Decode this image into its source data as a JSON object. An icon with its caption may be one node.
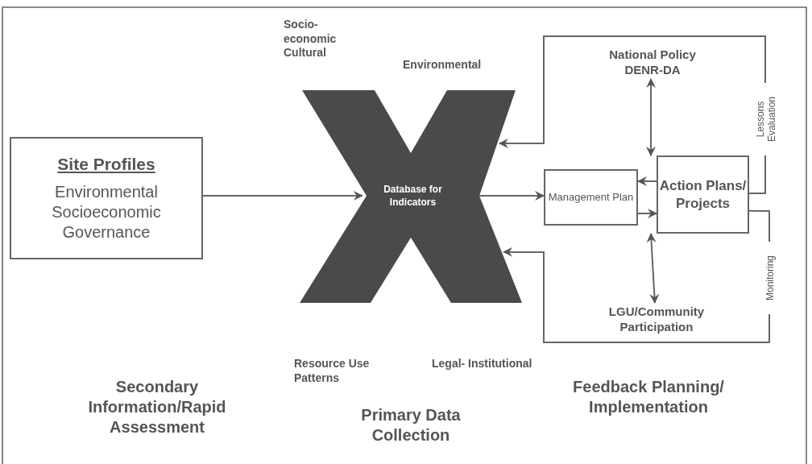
{
  "diagram": {
    "nodes": [
      {
        "text": [
          "Site Profiles",
          "Environmental Socioeconomic Governance"
        ]
      },
      {
        "text": [
          "Database for Indicators"
        ]
      },
      {
        "text": [
          "National Policy DENR-DA"
        ]
      },
      {
        "text": [
          "Management Plan"
        ]
      },
      {
        "text": [
          "Action Plans/ Projects"
        ]
      },
      {
        "text": [
          "LGU/Community Participation"
        ]
      }
    ],
    "edges": [
      {
        "from": 0,
        "to": 1,
        "arrow": "to"
      },
      {
        "from": 1,
        "to": 3,
        "arrow": "to"
      },
      {
        "from": 4,
        "to": 1,
        "arrow": "to",
        "label": "Lessons Evaluation"
      },
      {
        "from": 4,
        "to": 1,
        "arrow": "to",
        "label": "Monitoring"
      },
      {
        "from": 2,
        "to": 4,
        "arrow": "both"
      },
      {
        "from": 4,
        "to": 3,
        "arrow": "to"
      },
      {
        "from": 3,
        "to": 4,
        "arrow": "to"
      },
      {
        "from": 4,
        "to": 5,
        "arrow": "both"
      }
    ],
    "labels": [
      "Socio- economic Cultural",
      "Environmental",
      "Resource Use Patterns",
      "Legal- Institutional",
      "Secondary Information/Rapid Assessment",
      "Primary Data Collection",
      "Feedback Planning/ Implementation"
    ]
  }
}
